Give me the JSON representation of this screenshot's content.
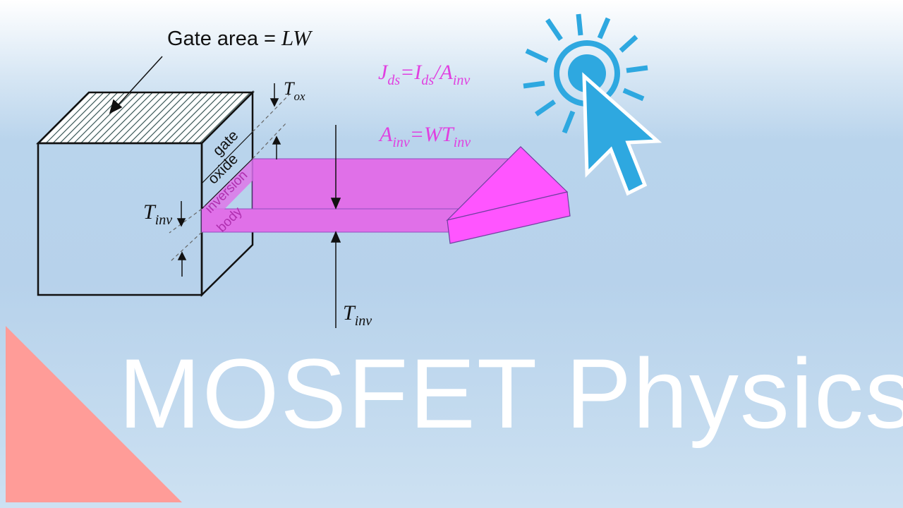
{
  "title": "MOSFET Physics",
  "labels": {
    "gate_area_prefix": "Gate area = ",
    "gate_area_expr": "LW",
    "gate": "gate",
    "oxide": "oxide",
    "inversion": "inversion",
    "body": "body",
    "tox_main": "T",
    "tox_sub": "ox",
    "tinv_main": "T",
    "tinv_sub": "inv"
  },
  "equations": {
    "jds": {
      "j": "J",
      "j_sub": "ds",
      "eq": "=",
      "i": "I",
      "i_sub": "ds",
      "slash": "/",
      "a": "A",
      "a_sub": "inv"
    },
    "ainv": {
      "a": "A",
      "a_sub": "inv",
      "eq": "=",
      "rhs": "WT",
      "rhs_sub": "inv"
    }
  },
  "colors": {
    "pink_text": "#e040e0",
    "slab_fill": "#e070e8",
    "slab_end_fill": "#ff55ff",
    "cursor_blue": "#2ea8e0",
    "triangle": "#ff9c98",
    "line": "#111111"
  },
  "icons": [
    "click-cursor-icon"
  ]
}
